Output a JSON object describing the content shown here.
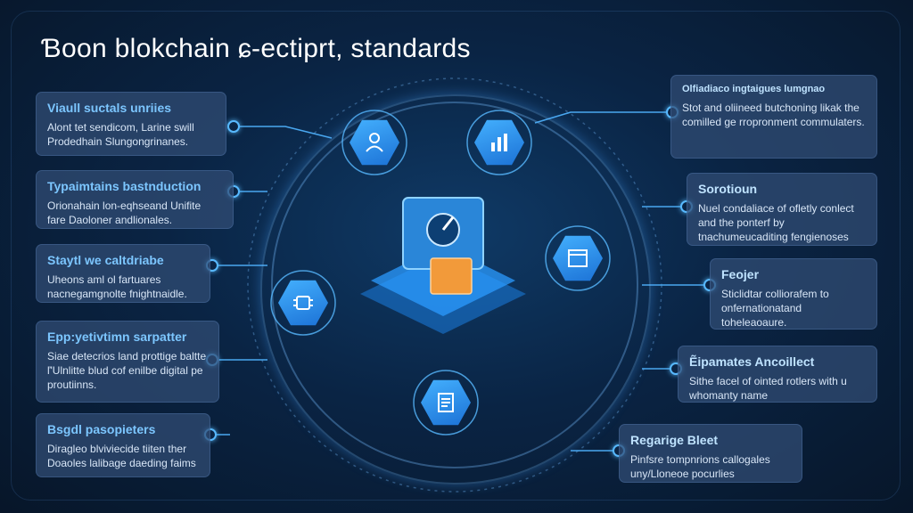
{
  "title": "Ɓoon blokchain ɕ-ectiprt, standards",
  "left_cards": [
    {
      "heading": "Viaull suctals unriies",
      "body": "Alont tet sendicom, Larine swill Prodedhain Slungongrinanes."
    },
    {
      "heading": "Typaimtains bastnduction",
      "body": "Orionahain lon-eqhseand Unifite fare Daoloner andlionales."
    },
    {
      "heading": "Staytl we caltdriabe",
      "body": "Uheons aml ol fartuares nacnegamgnolte fnightnaidle."
    },
    {
      "heading": "Epp:yetivtimn sarpatter",
      "body": "Siae detecrios land prottige baltte ľ'Ulnlitte blud cof enilbe digital pe proutiinns."
    },
    {
      "heading": "Bsgdl pasopieters",
      "body": "Diragleo blviviecide tiiten ther Doaoles lalibage daeding faims"
    }
  ],
  "right_cards": [
    {
      "heading": "Olfiadiaco ingtaigues lumgnao",
      "body": "Stot and oliineed butchoning likak the comilled ge rropronment commulaters."
    },
    {
      "heading": "Sorotioun",
      "body": "Nuel condaliace of ofletly conlect and the ponterf by tnachumeucaditing fengienoses"
    },
    {
      "heading": "Feojer",
      "body": "Sticlidtar colliorafem to onfernationatand toheleaoaure."
    },
    {
      "heading": "Ẽipamates Ancoillect",
      "body": "Sithe facel of ointed rotlers with u whomanty name"
    },
    {
      "heading": "Regarige Bleet",
      "body": "Pinfsre tompnrions callogales uny/Lloneoe pocurlies"
    }
  ],
  "icons": {
    "node_top_left": "user-desk-icon",
    "node_top_right": "bar-chart-icon",
    "node_right": "window-document-icon",
    "node_left": "chip-icon",
    "node_bottom": "list-document-icon",
    "center": "blockchain-platform-icon"
  },
  "colors": {
    "accent": "#58b9ff",
    "heading_left": "#7cc6ff",
    "card_bg": "#324e76",
    "center_box": "#f29a3a"
  }
}
